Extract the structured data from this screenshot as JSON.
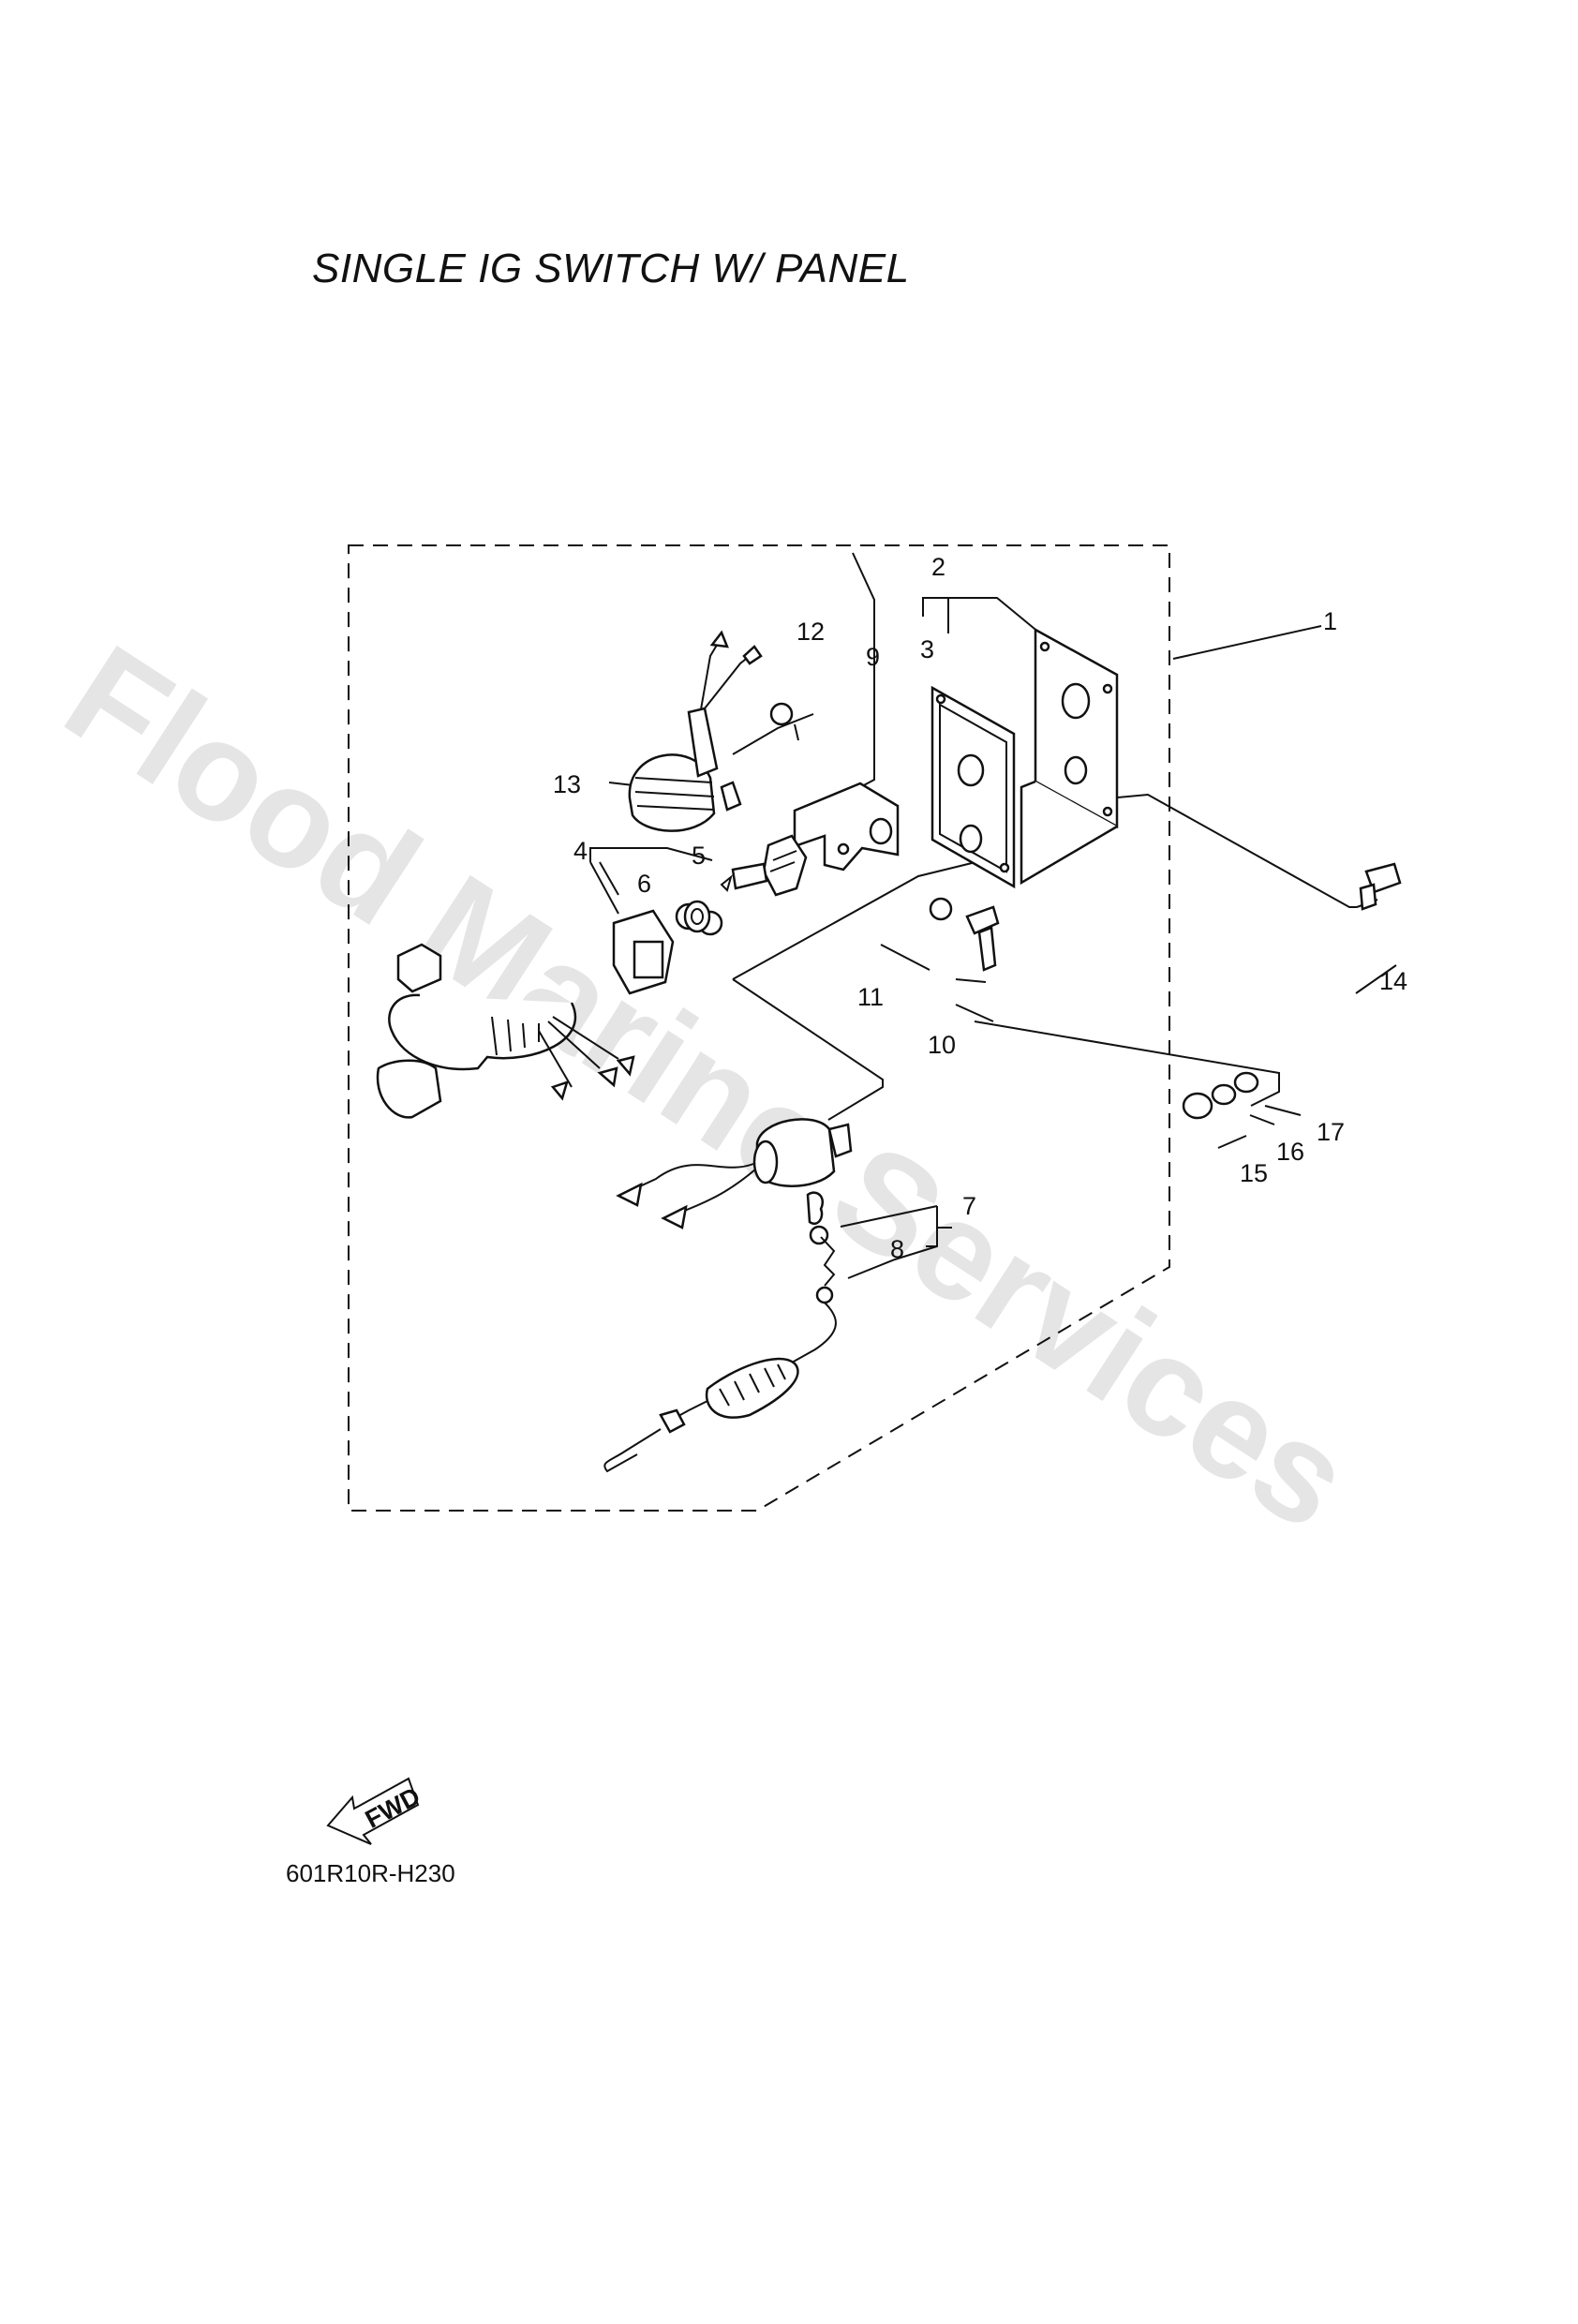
{
  "diagram": {
    "title": "SINGLE IG SWITCH W/ PANEL",
    "drawing_code": "601R10R-H230",
    "watermark": "Flood Marine Services",
    "fwd_badge": "FWD"
  },
  "callouts": [
    "1",
    "2",
    "3",
    "4",
    "5",
    "6",
    "7",
    "8",
    "9",
    "10",
    "11",
    "12",
    "13",
    "14",
    "15",
    "16",
    "17"
  ]
}
